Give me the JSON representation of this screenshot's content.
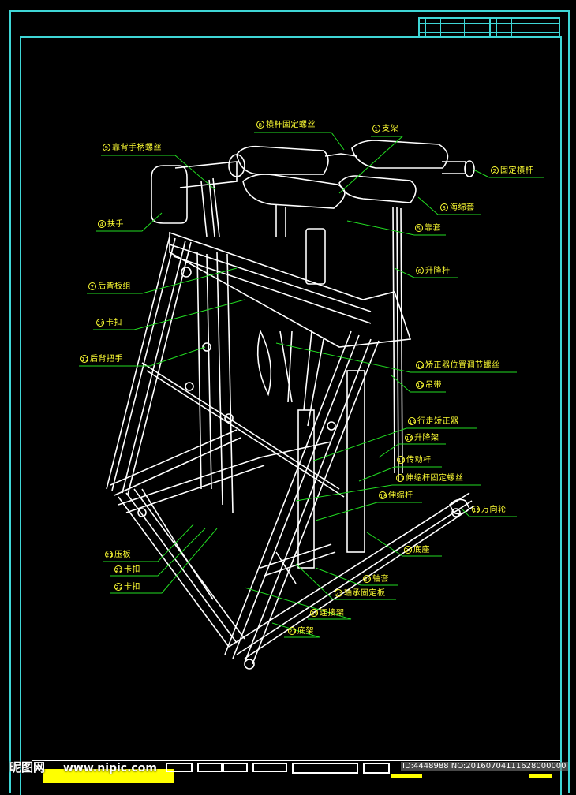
{
  "drawing": {
    "colors": {
      "background": "#000000",
      "frame": "#3fd6d6",
      "linework": "#ffffff",
      "leader": "#22dd22",
      "label": "#ffff33"
    },
    "labels": [
      {
        "id": "l1",
        "num": "9",
        "text": "靠背手柄螺丝"
      },
      {
        "id": "l2",
        "num": "8",
        "text": "横杆固定螺丝"
      },
      {
        "id": "l3",
        "num": "1",
        "text": "支架"
      },
      {
        "id": "l4",
        "num": "2",
        "text": "固定横杆"
      },
      {
        "id": "l5",
        "num": "4",
        "text": "扶手"
      },
      {
        "id": "l6",
        "num": "3",
        "text": "海绵套"
      },
      {
        "id": "l7",
        "num": "5",
        "text": "靠套"
      },
      {
        "id": "l8",
        "num": "6",
        "text": "升降杆"
      },
      {
        "id": "l9",
        "num": "7",
        "text": "后背板组"
      },
      {
        "id": "l10",
        "num": "10",
        "text": "卡扣"
      },
      {
        "id": "l11",
        "num": "11",
        "text": "后背把手"
      },
      {
        "id": "l12",
        "num": "12",
        "text": "矫正器位置调节螺丝"
      },
      {
        "id": "l13",
        "num": "13",
        "text": "吊带"
      },
      {
        "id": "l14",
        "num": "14",
        "text": "行走矫正器"
      },
      {
        "id": "l15",
        "num": "15",
        "text": "升降架"
      },
      {
        "id": "l16",
        "num": "16",
        "text": "传动杆"
      },
      {
        "id": "l17",
        "num": "17",
        "text": "伸缩杆固定螺丝"
      },
      {
        "id": "l18",
        "num": "18",
        "text": "伸缩杆"
      },
      {
        "id": "l19",
        "num": "19",
        "text": "万向轮"
      },
      {
        "id": "l20",
        "num": "20",
        "text": "底座"
      },
      {
        "id": "l21",
        "num": "21",
        "text": "压板"
      },
      {
        "id": "l22",
        "num": "22",
        "text": "卡扣"
      },
      {
        "id": "l23",
        "num": "23",
        "text": "卡扣"
      },
      {
        "id": "l24",
        "num": "24",
        "text": "轴套"
      },
      {
        "id": "l25",
        "num": "25",
        "text": "轴承固定板"
      },
      {
        "id": "l26",
        "num": "26",
        "text": "连接架"
      },
      {
        "id": "l27",
        "num": "27",
        "text": "底架"
      }
    ]
  },
  "watermark": {
    "site_cn": "昵图网",
    "site_url": "www.nipic.com",
    "id_text": "ID:4448988 NO:20160704111628000000"
  }
}
